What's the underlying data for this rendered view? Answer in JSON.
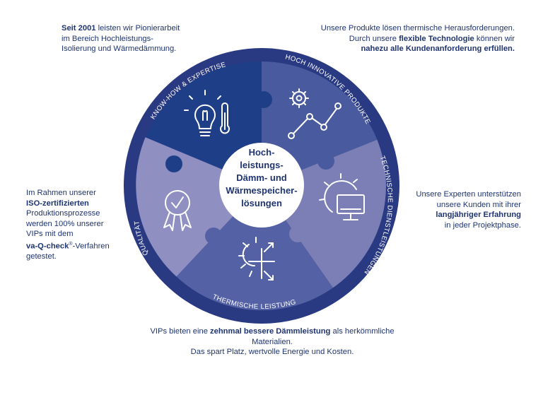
{
  "center": {
    "lines": [
      "Hoch-",
      "leistungs-",
      "Dämm- und",
      "Wärmespeicher-",
      "lösungen"
    ]
  },
  "segments": [
    {
      "label": "KNOW-HOW & EXPERTISE",
      "icon": "lightbulb-thermometer-icon",
      "color": "#1e3f88"
    },
    {
      "label": "HOCH INNOVATIVE PRODUKTE",
      "icon": "gear-graph-icon",
      "color": "#4a5a9e"
    },
    {
      "label": "TECHNISCHE DIENSTLEISTUNGEN",
      "icon": "gear-monitor-icon",
      "color": "#7b7fb6"
    },
    {
      "label": "THERMISCHE LEISTUNG",
      "icon": "snowflake-sun-icon",
      "color": "#5561a5"
    },
    {
      "label": "QUALITÄT",
      "icon": "award-checkmark-icon",
      "color": "#8f8fc2"
    }
  ],
  "colors": {
    "ring": "#2a3a82",
    "text": "#1f3472",
    "hub": "#ffffff"
  },
  "texts": {
    "top_left": {
      "p1_bold": "Seit 2001",
      "p1_rest": " leisten wir Pionierarbeit",
      "p2": "im Bereich Hochleistungs-",
      "p3": "Isolierung und Wärmedämmung."
    },
    "top_right": {
      "l1": "Unsere Produkte lösen thermische Herausforderungen.",
      "l2_pre": "Durch unsere ",
      "l2_bold": "flexible Technologie",
      "l2_post": " können wir",
      "l3_bold": "nahezu alle Kundenanforderung erfüllen."
    },
    "right": {
      "l1": "Unsere Experten unterstützen",
      "l2": "unsere Kunden mit ihrer",
      "l3_bold": "langjähriger Erfahrung",
      "l4": "in jeder Projektphase."
    },
    "left": {
      "l1": "Im Rahmen unserer",
      "l2_bold": "ISO-zertifizierten",
      "l3": "Produktionsprozesse",
      "l4": "werden 100% unserer",
      "l5": "VIPs mit dem",
      "l6_bold": "va-Q-check",
      "l6_sup": "®",
      "l6_post": "-Verfahren",
      "l7": "getestet."
    },
    "bottom": {
      "l1_pre": "VIPs bieten eine ",
      "l1_bold": "zehnmal bessere Dämmleistung",
      "l1_post": " als herkömmliche Materialien.",
      "l2": "Das spart Platz, wertvolle Energie und Kosten."
    }
  }
}
